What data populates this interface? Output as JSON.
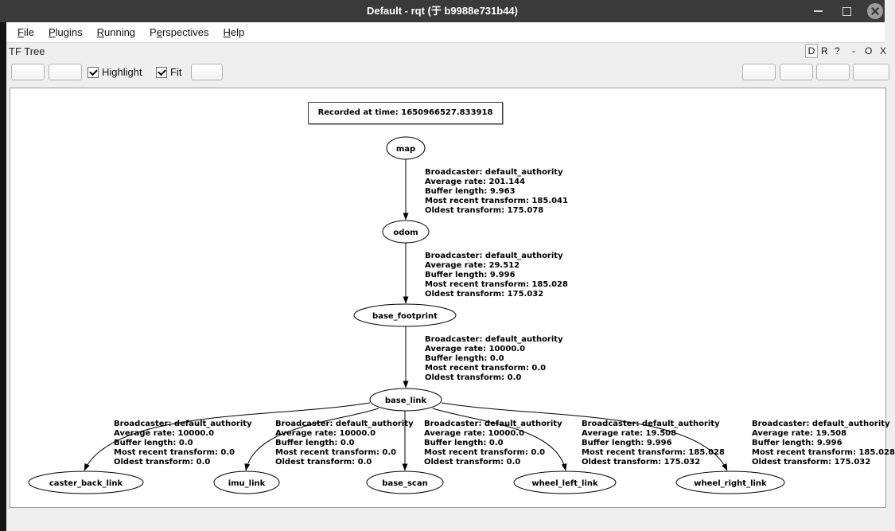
{
  "window": {
    "title": "Default - rqt (于 b9988e731b44)"
  },
  "menu": {
    "items": [
      {
        "label": "File",
        "underline": 0
      },
      {
        "label": "Plugins",
        "underline": 0
      },
      {
        "label": "Running",
        "underline": 0
      },
      {
        "label": "Perspectives",
        "underline": 1
      },
      {
        "label": "Help",
        "underline": 0
      }
    ]
  },
  "dock": {
    "title": "TF Tree",
    "buttons": [
      "D",
      "R",
      "?",
      "-",
      "O",
      "X"
    ]
  },
  "toolbar": {
    "highlight": {
      "label": "Highlight",
      "checked": true
    },
    "fit": {
      "label": "Fit",
      "checked": true
    }
  },
  "graph": {
    "recorded_label": "Recorded at time: 1650966527.833918",
    "nodes": [
      {
        "id": "map",
        "label": "map"
      },
      {
        "id": "odom",
        "label": "odom"
      },
      {
        "id": "base_footprint",
        "label": "base_footprint"
      },
      {
        "id": "base_link",
        "label": "base_link"
      },
      {
        "id": "caster_back_link",
        "label": "caster_back_link"
      },
      {
        "id": "imu_link",
        "label": "imu_link"
      },
      {
        "id": "base_scan",
        "label": "base_scan"
      },
      {
        "id": "wheel_left_link",
        "label": "wheel_left_link"
      },
      {
        "id": "wheel_right_link",
        "label": "wheel_right_link"
      }
    ],
    "edges": [
      {
        "from": "map",
        "to": "odom",
        "lines": [
          "Broadcaster: default_authority",
          "Average rate: 201.144",
          "Buffer length: 9.963",
          "Most recent transform: 185.041",
          "Oldest transform: 175.078"
        ]
      },
      {
        "from": "odom",
        "to": "base_footprint",
        "lines": [
          "Broadcaster: default_authority",
          "Average rate: 29.512",
          "Buffer length: 9.996",
          "Most recent transform: 185.028",
          "Oldest transform: 175.032"
        ]
      },
      {
        "from": "base_footprint",
        "to": "base_link",
        "lines": [
          "Broadcaster: default_authority",
          "Average rate: 10000.0",
          "Buffer length: 0.0",
          "Most recent transform: 0.0",
          "Oldest transform: 0.0"
        ]
      },
      {
        "from": "base_link",
        "to": "caster_back_link",
        "lines": [
          "Broadcaster: default_authority",
          "Average rate: 10000.0",
          "Buffer length: 0.0",
          "Most recent transform: 0.0",
          "Oldest transform: 0.0"
        ]
      },
      {
        "from": "base_link",
        "to": "imu_link",
        "lines": [
          "Broadcaster: default_authority",
          "Average rate: 10000.0",
          "Buffer length: 0.0",
          "Most recent transform: 0.0",
          "Oldest transform: 0.0"
        ]
      },
      {
        "from": "base_link",
        "to": "base_scan",
        "lines": [
          "Broadcaster: default_authority",
          "Average rate: 10000.0",
          "Buffer length: 0.0",
          "Most recent transform: 0.0",
          "Oldest transform: 0.0"
        ]
      },
      {
        "from": "base_link",
        "to": "wheel_left_link",
        "lines": [
          "Broadcaster: default_authority",
          "Average rate: 19.508",
          "Buffer length: 9.996",
          "Most recent transform: 185.028",
          "Oldest transform: 175.032"
        ]
      },
      {
        "from": "base_link",
        "to": "wheel_right_link",
        "lines": [
          "Broadcaster: default_authority",
          "Average rate: 19.508",
          "Buffer length: 9.996",
          "Most recent transform: 185.028",
          "Oldest transform: 175.032"
        ]
      }
    ]
  },
  "colors": {
    "titlebar_bg": "#3a3a3a",
    "app_bg": "#efefef",
    "canvas_border": "#9b9b9b",
    "graph_ink": "#000000"
  }
}
